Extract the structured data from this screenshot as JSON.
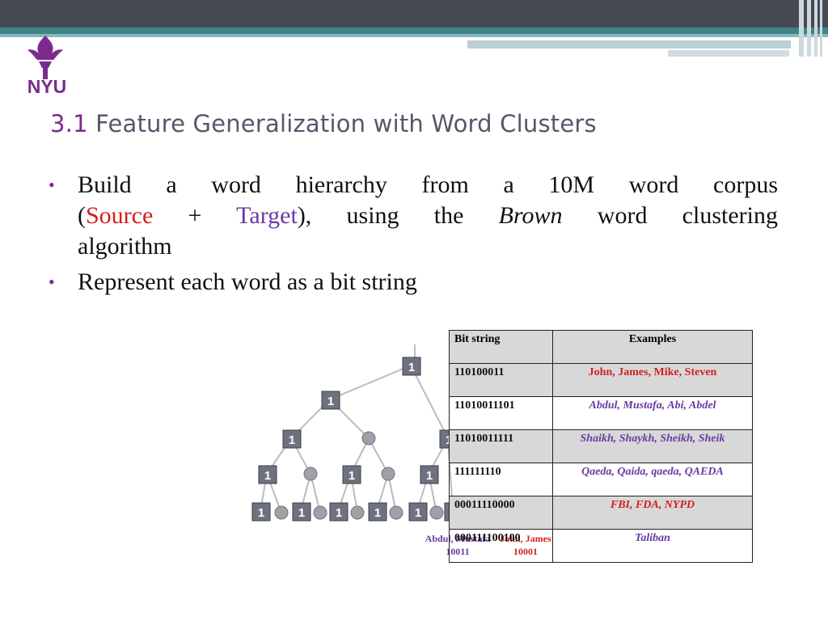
{
  "logo": {
    "text": "NYU"
  },
  "title": {
    "number": "3.1",
    "text": "Feature Generalization with Word Clusters"
  },
  "bullets": {
    "b1_line1": "Build a word hierarchy from a 10M word corpus",
    "b1_paren_open": "(",
    "b1_source": "Source",
    "b1_plus": " + ",
    "b1_target": "Target",
    "b1_using": "), using the ",
    "b1_brown": "Brown",
    "b1_rest": " word clustering",
    "b1_line3": "algorithm",
    "b2": "Represent each word as a bit string"
  },
  "tree": {
    "node_label": "1",
    "leaf_label_left_name": "Abdul, Mustafa",
    "leaf_label_left_code": "10011",
    "leaf_label_right_name": "John, James",
    "leaf_label_right_code": "10001",
    "colors": {
      "node": "#6e7280",
      "ball": "#9ea2a8",
      "name": "#6a3aa1"
    }
  },
  "table": {
    "headers": [
      "Bit string",
      "Examples"
    ],
    "rows": [
      {
        "bits": "110100011",
        "examples": "John, James, Mike, Steven",
        "style": "red"
      },
      {
        "bits": "11010011101",
        "examples": "Abdul, Mustafa, Abi, Abdel",
        "style": "purple"
      },
      {
        "bits": "11010011111",
        "examples": "Shaikh, Shaykh, Sheikh, Sheik",
        "style": "purple"
      },
      {
        "bits": "111111110",
        "examples": "Qaeda, Qaida, qaeda, QAEDA",
        "style": "purple"
      },
      {
        "bits": "00011110000",
        "examples": "FBI, FDA, NYPD",
        "style": "redi"
      },
      {
        "bits": "000111100100",
        "examples": "Taliban",
        "style": "purple"
      }
    ]
  },
  "colors": {
    "accent": "#7b2b8f",
    "topbar": "#474955",
    "teal": "#3f8489",
    "source": "#d21f1f",
    "target": "#6a3aa1"
  }
}
